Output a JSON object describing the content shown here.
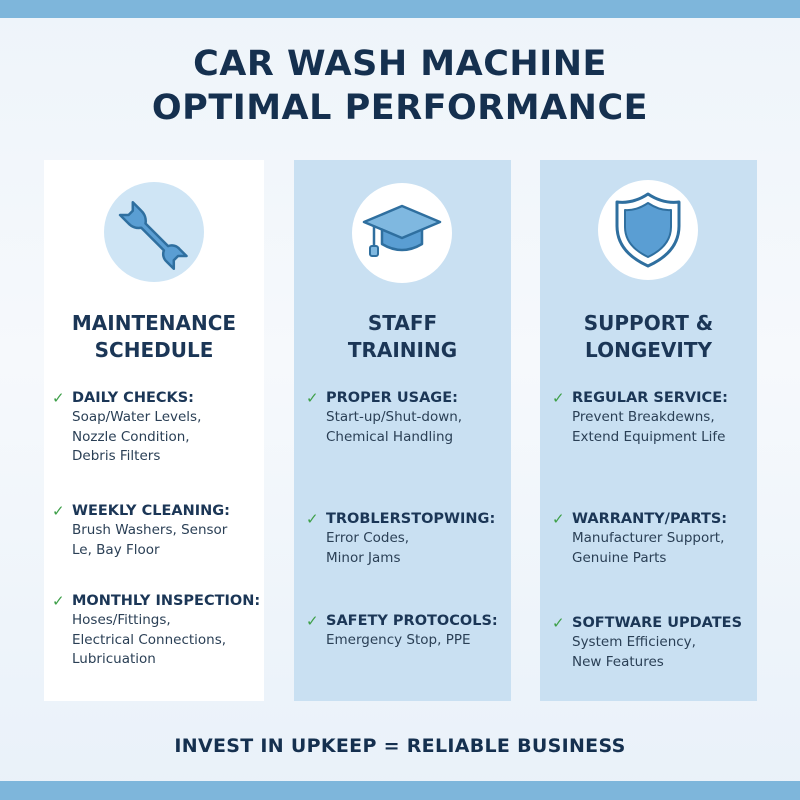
{
  "title": {
    "line1": "CAR WASH MACHINE",
    "line2": "OPTIMAL PERFORMANCE"
  },
  "footer": "INVEST IN UPKEEP = RELIABLE BUSINESS",
  "colors": {
    "accent": "#7eb6db",
    "check": "#3fa04a",
    "card_blue": "#c9e0f2",
    "icon": "#5a9ed3"
  },
  "columns": [
    {
      "icon": "wrench-icon",
      "title_line1": "MAINTENANCE",
      "title_line2": "SCHEDULE",
      "sections": [
        {
          "heading": "DAILY CHECKS:",
          "lines": [
            "Soap/Water Levels,",
            "Nozzle Condition,",
            "Debris Filters"
          ]
        },
        {
          "heading": "WEEKLY CLEANING:",
          "lines": [
            "Brush Washers, Sensor",
            "Le, Bay Floor"
          ]
        },
        {
          "heading": "MONTHLY INSPECTION:",
          "lines": [
            "Hoses/Fittings,",
            "Electrical Connections,",
            "Lubricuation"
          ]
        }
      ]
    },
    {
      "icon": "graduation-cap-icon",
      "title_line1": "STAFF",
      "title_line2": "TRAINING",
      "sections": [
        {
          "heading": "PROPER USAGE:",
          "lines": [
            "Start-up/Shut-down,",
            "Chemical Handling"
          ]
        },
        {
          "heading": "TROBLERSTOPWING:",
          "lines": [
            "Error Codes,",
            "Minor Jams"
          ]
        },
        {
          "heading": "SAFETY PROTOCOLS:",
          "lines": [
            "Emergency Stop, PPE"
          ]
        }
      ]
    },
    {
      "icon": "shield-icon",
      "title_line1": "SUPPORT &",
      "title_line2": "LONGEVITY",
      "sections": [
        {
          "heading": "REGULAR SERVICE:",
          "lines": [
            "Prevent Breakdewns,",
            "Extend Equipment Life"
          ]
        },
        {
          "heading": "WARRANTY/PARTS:",
          "lines": [
            "Manufacturer Support,",
            "Genuine Parts"
          ]
        },
        {
          "heading": "SOFTWARE UPDATES",
          "lines": [
            "System Efficiency,",
            "New Features"
          ]
        }
      ]
    }
  ]
}
